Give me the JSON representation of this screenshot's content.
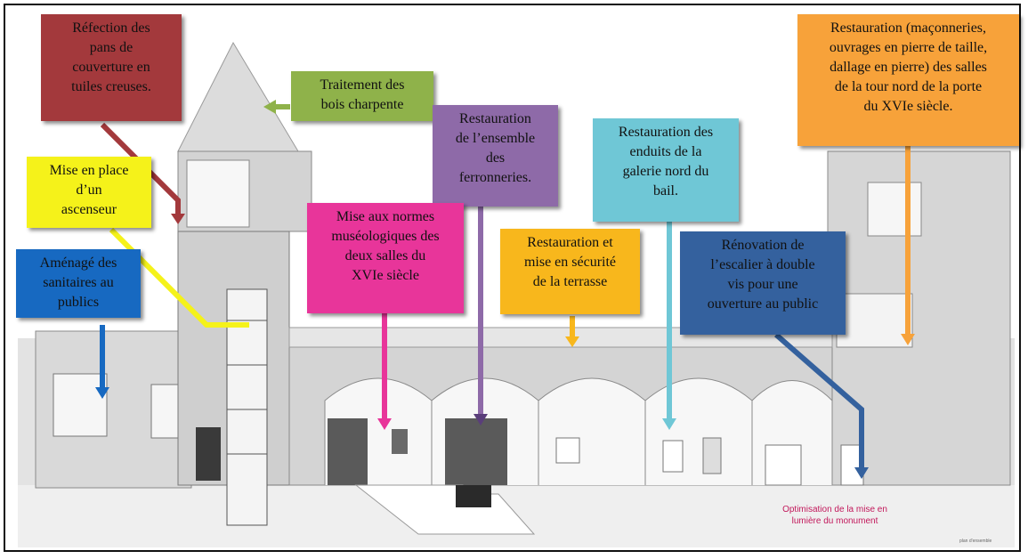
{
  "colors": {
    "brown": "#a3393c",
    "olive": "#8fb24a",
    "purple": "#8e6aa8",
    "yellow": "#f5f21a",
    "pink": "#e8359a",
    "blue": "#1769c1",
    "teal": "#6fc7d6",
    "orange": "#f7a23a",
    "amber": "#f8b71c",
    "navy": "#34619e",
    "caption": "#c2185b"
  },
  "labels": {
    "refection": "Réfection des\npans de\ncouverture en\ntuiles creuses.",
    "traitement": "Traitement des\nbois charpente",
    "ferronneries": "Restauration\nde l’ensemble\ndes\nferronneries.",
    "enduits": "Restauration des\nenduits de la\ngalerie nord du\nbail.",
    "tour_nord": "Restauration (maçonneries,\nouvrages en pierre de taille,\ndallage en pierre) des salles\nde la tour nord de la porte\ndu XVIe siècle.",
    "ascenseur": "Mise en place\nd’un\nascenseur",
    "sanitaires": "Aménagé des\nsanitaires au\npublics",
    "normes": "Mise aux normes\nmuséologiques des\ndeux salles du\nXVIe siècle",
    "terrasse": "Restauration et\nmise en sécurité\nde la terrasse",
    "escalier": "Rénovation de\nl’escalier à double\nvis pour une\nouverture au public"
  },
  "caption": "Optimisation de la mise en\nlumière du monument"
}
